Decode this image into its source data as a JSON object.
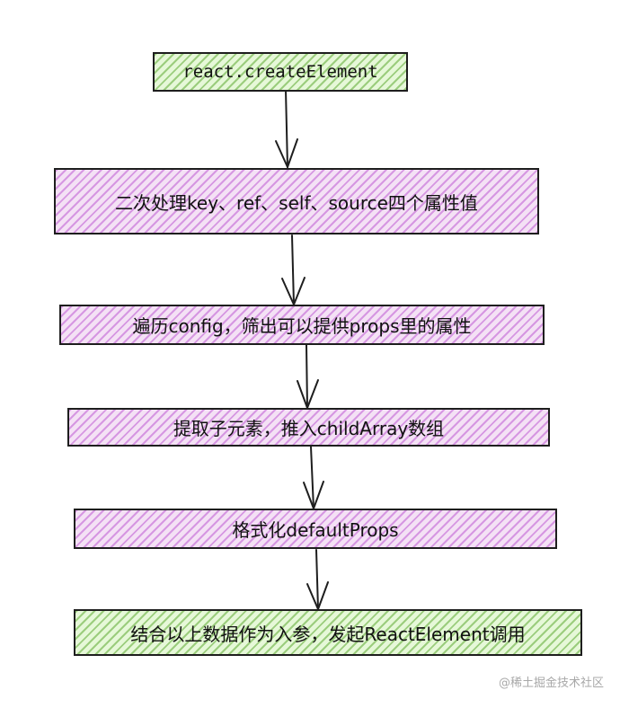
{
  "nodes": [
    {
      "id": "n1",
      "label": "react.createElement",
      "color": "#e6f8d8"
    },
    {
      "id": "n2",
      "label": "二次处理key、ref、self、source四个属性值",
      "color": "#f4e1f5"
    },
    {
      "id": "n3",
      "label": "遍历config，筛出可以提供props里的属性",
      "color": "#f4e1f5"
    },
    {
      "id": "n4",
      "label": "提取子元素，推入childArray数组",
      "color": "#f4e1f5"
    },
    {
      "id": "n5",
      "label": "格式化defaultProps",
      "color": "#f4e1f5"
    },
    {
      "id": "n6",
      "label": "结合以上数据作为入参，发起ReactElement调用",
      "color": "#e6f8d8"
    }
  ],
  "edges": [
    {
      "from": "n1",
      "to": "n2"
    },
    {
      "from": "n2",
      "to": "n3"
    },
    {
      "from": "n3",
      "to": "n4"
    },
    {
      "from": "n4",
      "to": "n5"
    },
    {
      "from": "n5",
      "to": "n6"
    }
  ],
  "watermark": "@稀土掘金技术社区"
}
